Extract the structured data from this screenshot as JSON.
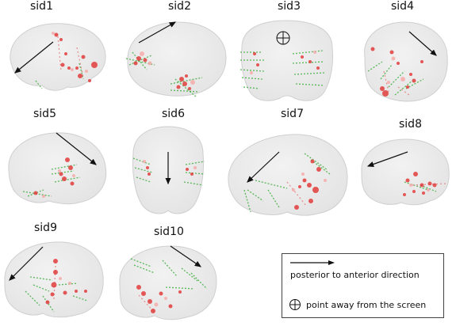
{
  "panels": [
    {
      "id": "sid1"
    },
    {
      "id": "sid2"
    },
    {
      "id": "sid3"
    },
    {
      "id": "sid4"
    },
    {
      "id": "sid5"
    },
    {
      "id": "sid6"
    },
    {
      "id": "sid7"
    },
    {
      "id": "sid8"
    },
    {
      "id": "sid9"
    },
    {
      "id": "sid10"
    }
  ],
  "legend": {
    "arrow_text": "posterior to anterior direction",
    "circle_text": "point away from the screen"
  },
  "colors": {
    "brain_fill": "#e4e4e4",
    "brain_edge": "#cfcfcf",
    "electrode": "#e23c3c",
    "electrode_light": "#f6a8a8",
    "green_trace": "#3fae3f",
    "arrow": "#111111"
  }
}
